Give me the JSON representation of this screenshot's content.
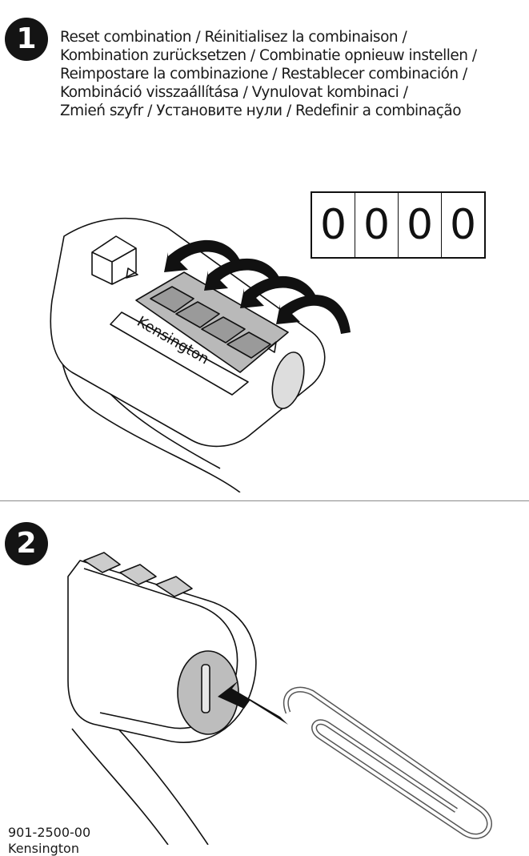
{
  "steps": [
    {
      "number": "1",
      "lines": [
        "Reset combination / Réinitialisez la combinaison /",
        "Kombination zurücksetzen / Combinatie opnieuw instellen /",
        "Reimpostare la combinazione / Restablecer combinación /",
        "Kombináció visszaállítása / Vynulovat kombinaci /",
        "Zmień szyfr / Установите нули / Redefinir a combinação"
      ]
    },
    {
      "number": "2"
    }
  ],
  "combination_digits": [
    "0",
    "0",
    "0",
    "0"
  ],
  "lock_brand": "Kensington",
  "footer": {
    "doc_number": "901-2500-00",
    "brand": "Kensington"
  }
}
